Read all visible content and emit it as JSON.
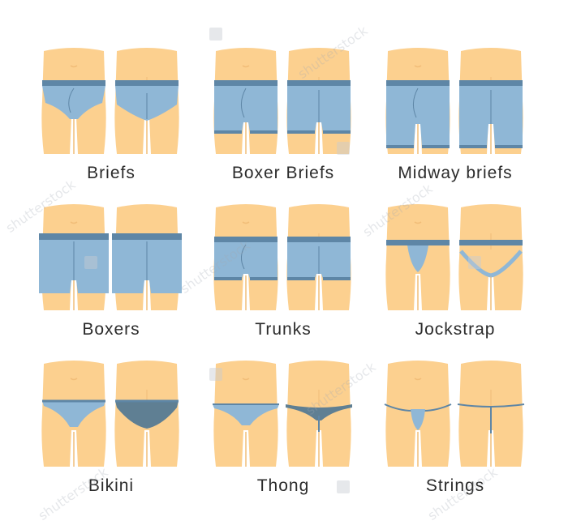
{
  "colors": {
    "skin": "#fcd08f",
    "skin_shadow": "#f1bd78",
    "fabric": "#8fb7d6",
    "fabric_dark": "#5e86a6",
    "fabric_back_dark": "#5f7f93",
    "label_text": "#2b2b2b"
  },
  "items": [
    {
      "id": "briefs",
      "label": "Briefs"
    },
    {
      "id": "boxer-briefs",
      "label": "Boxer Briefs"
    },
    {
      "id": "midway-briefs",
      "label": "Midway briefs"
    },
    {
      "id": "boxers",
      "label": "Boxers"
    },
    {
      "id": "trunks",
      "label": "Trunks"
    },
    {
      "id": "jockstrap",
      "label": "Jockstrap"
    },
    {
      "id": "bikini",
      "label": "Bikini"
    },
    {
      "id": "thong",
      "label": "Thong"
    },
    {
      "id": "strings",
      "label": "Strings"
    }
  ],
  "watermark": "shutterstock"
}
